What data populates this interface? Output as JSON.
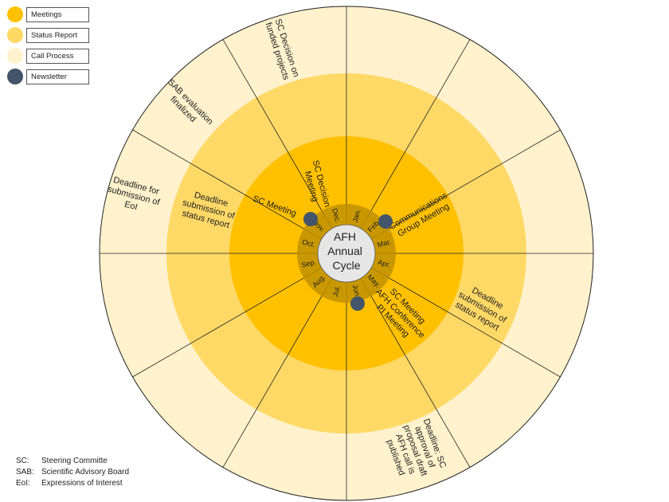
{
  "legend": [
    {
      "label": "Meetings",
      "color": "#FFC000"
    },
    {
      "label": "Status Report",
      "color": "#FFD966"
    },
    {
      "label": "Call Process",
      "color": "#FFF2CC"
    },
    {
      "label": "Newsletter",
      "color": "#44546A"
    }
  ],
  "center": {
    "lines": [
      "AFH",
      "Annual",
      "Cycle"
    ]
  },
  "months": [
    "Jan.",
    "Feb.",
    "Mar.",
    "Apr.",
    "May.",
    "Jun.",
    "Jul.",
    "Aug.",
    "Sep.",
    "Oct.",
    "Nov.",
    "Dec."
  ],
  "events": {
    "sc_decision_funded": [
      "SC Decision on",
      "funded projects"
    ],
    "sab_eval": [
      "SAB evaluation",
      "finalized"
    ],
    "deadline_eoi": [
      "Deadline for",
      "submission of",
      "EoI"
    ],
    "status_report_nov": [
      "Deadline",
      "submission of",
      "status report"
    ],
    "sc_meeting_nov": [
      "SC Meeting"
    ],
    "sc_decision_meeting": [
      "SC Decision",
      "Meeting"
    ],
    "comm_group": [
      "Communications",
      "Group Meeting"
    ],
    "may_meetings": [
      "SC Meeting",
      "AFH Conference",
      "PI Meeting"
    ],
    "status_report_may": [
      "Deadline",
      "submission of",
      "status report"
    ],
    "june_call": [
      "Deadline: SC",
      "approval of",
      "proposal draft",
      "AFH call is",
      "published"
    ]
  },
  "abbreviations": [
    {
      "abbr": "SC:",
      "full": "Steering Committe"
    },
    {
      "abbr": "SAB:",
      "full": "Scientific Advisory Board"
    },
    {
      "abbr": "EoI:",
      "full": "Expressions of Interest"
    }
  ]
}
